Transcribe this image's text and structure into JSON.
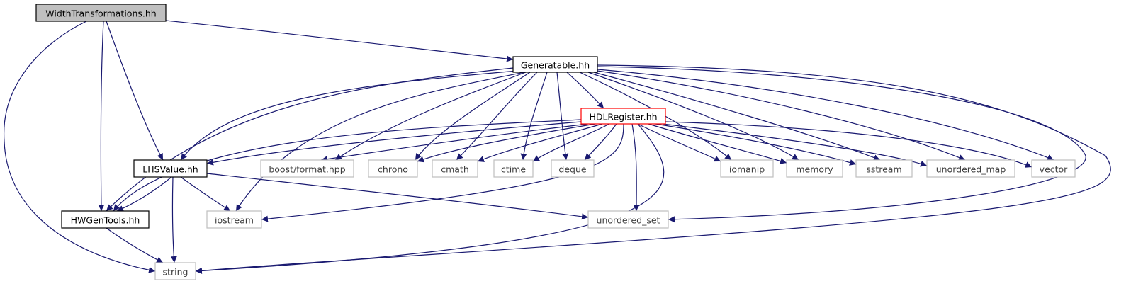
{
  "colors": {
    "edge": "#191970",
    "root_fill": "#bfbfbf",
    "root_border": "#000000",
    "normal_border": "#000000",
    "highlight_border": "#ff0000",
    "system_border": "#bfbfbf",
    "system_text": "#3c3c3c",
    "text": "#000000"
  },
  "nodes": [
    {
      "id": "width",
      "label": "WidthTransformations.hh",
      "kind": "root"
    },
    {
      "id": "gen",
      "label": "Generatable.hh",
      "kind": "normal"
    },
    {
      "id": "hdl",
      "label": "HDLRegister.hh",
      "kind": "highlight"
    },
    {
      "id": "lhs",
      "label": "LHSValue.hh",
      "kind": "normal"
    },
    {
      "id": "hwgen",
      "label": "HWGenTools.hh",
      "kind": "normal"
    },
    {
      "id": "boost",
      "label": "boost/format.hpp",
      "kind": "system"
    },
    {
      "id": "chrono",
      "label": "chrono",
      "kind": "system"
    },
    {
      "id": "cmath",
      "label": "cmath",
      "kind": "system"
    },
    {
      "id": "ctime",
      "label": "ctime",
      "kind": "system"
    },
    {
      "id": "deque",
      "label": "deque",
      "kind": "system"
    },
    {
      "id": "iomanip",
      "label": "iomanip",
      "kind": "system"
    },
    {
      "id": "memory",
      "label": "memory",
      "kind": "system"
    },
    {
      "id": "sstream",
      "label": "sstream",
      "kind": "system"
    },
    {
      "id": "umap",
      "label": "unordered_map",
      "kind": "system"
    },
    {
      "id": "vector",
      "label": "vector",
      "kind": "system"
    },
    {
      "id": "iostream",
      "label": "iostream",
      "kind": "system"
    },
    {
      "id": "uset",
      "label": "unordered_set",
      "kind": "system"
    },
    {
      "id": "string",
      "label": "string",
      "kind": "system"
    }
  ],
  "edges": [
    [
      "width",
      "string"
    ],
    [
      "width",
      "hwgen"
    ],
    [
      "width",
      "lhs"
    ],
    [
      "width",
      "gen"
    ],
    [
      "gen",
      "hwgen"
    ],
    [
      "gen",
      "lhs"
    ],
    [
      "gen",
      "iostream"
    ],
    [
      "gen",
      "boost"
    ],
    [
      "gen",
      "chrono"
    ],
    [
      "gen",
      "cmath"
    ],
    [
      "gen",
      "ctime"
    ],
    [
      "gen",
      "deque"
    ],
    [
      "gen",
      "hdl"
    ],
    [
      "gen",
      "iomanip"
    ],
    [
      "gen",
      "memory"
    ],
    [
      "gen",
      "sstream"
    ],
    [
      "gen",
      "umap"
    ],
    [
      "gen",
      "vector"
    ],
    [
      "gen",
      "uset"
    ],
    [
      "gen",
      "string"
    ],
    [
      "hdl",
      "hwgen"
    ],
    [
      "hdl",
      "lhs"
    ],
    [
      "hdl",
      "boost"
    ],
    [
      "hdl",
      "chrono"
    ],
    [
      "hdl",
      "cmath"
    ],
    [
      "hdl",
      "ctime"
    ],
    [
      "hdl",
      "deque"
    ],
    [
      "hdl",
      "iomanip"
    ],
    [
      "hdl",
      "memory"
    ],
    [
      "hdl",
      "sstream"
    ],
    [
      "hdl",
      "umap"
    ],
    [
      "hdl",
      "vector"
    ],
    [
      "hdl",
      "iostream"
    ],
    [
      "hdl",
      "uset"
    ],
    [
      "hdl",
      "string"
    ],
    [
      "lhs",
      "hwgen"
    ],
    [
      "lhs",
      "iostream"
    ],
    [
      "lhs",
      "uset"
    ],
    [
      "lhs",
      "string"
    ],
    [
      "hwgen",
      "string"
    ]
  ]
}
